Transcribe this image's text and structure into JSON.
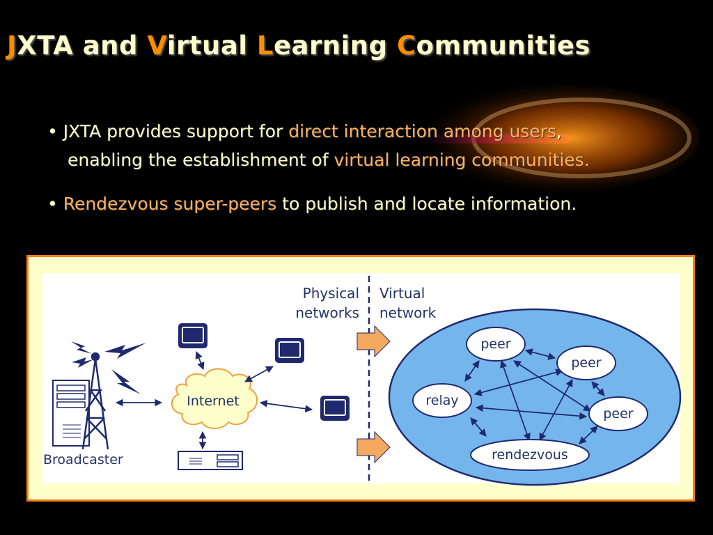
{
  "slide": {
    "title": {
      "parts": [
        {
          "text": "J",
          "accent": true
        },
        {
          "text": "XTA and ",
          "accent": false
        },
        {
          "text": "V",
          "accent": true
        },
        {
          "text": "irtual ",
          "accent": false
        },
        {
          "text": "L",
          "accent": true
        },
        {
          "text": "earning ",
          "accent": false
        },
        {
          "text": "C",
          "accent": true
        },
        {
          "text": "ommunities",
          "accent": false
        }
      ]
    },
    "bullets": {
      "b1_bullet": "•",
      "b1_l1_a": "JXTA provides support for",
      "b1_l1_b": "direct interaction among users",
      "b1_l1_c": ",",
      "b1_l2_a": "enabling the establishment of",
      "b1_l2_b": "virtual learning communities.",
      "b2_bullet": "•",
      "b2_a": "Rendezvous super-peers",
      "b2_b": "to publish and locate information."
    }
  },
  "diagram": {
    "physical_label_1": "Physical",
    "physical_label_2": "networks",
    "virtual_label_1": "Virtual",
    "virtual_label_2": "network",
    "internet": "Internet",
    "broadcaster": "Broadcaster",
    "nodes": {
      "peer_top": "peer",
      "peer_right": "peer",
      "peer_lower": "peer",
      "relay": "relay",
      "rendezvous": "rendezvous"
    }
  },
  "colors": {
    "background": "#000000",
    "title_text": "#ffffcc",
    "accent": "#ff8c00",
    "highlight_text": "#ffb060",
    "frame_border": "#f07f15",
    "frame_fill": "#ffffcc",
    "network_ellipse": "#74b6ec",
    "diagram_ink": "#1f2a6e",
    "arrow_fill": "#f5a860"
  }
}
